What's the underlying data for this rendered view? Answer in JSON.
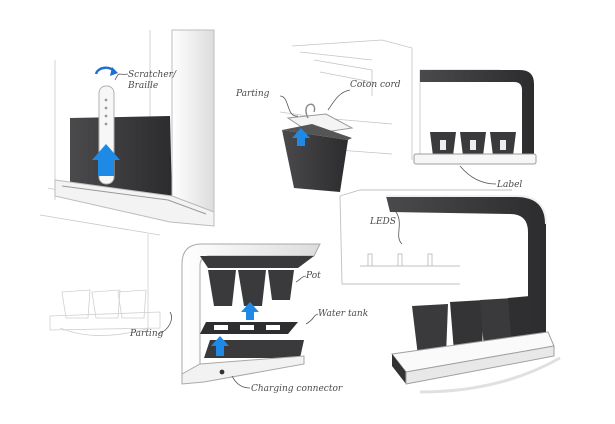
{
  "annotations": {
    "scratcher_line1": "Scratcher/",
    "scratcher_line2": "Braille",
    "parting_top": "Parting",
    "coton_cord": "Coton cord",
    "label": "Label",
    "leds": "LEDS",
    "pot": "Pot",
    "water_tank": "Water tank",
    "parting_bottom": "Parting",
    "charging_connector": "Charging connector"
  },
  "colors": {
    "product_dark": "#3a3a3c",
    "product_shell": "#f4f4f4",
    "accent_blue": "#1e8ae6",
    "sketch_line": "#b8b8b8",
    "annotation_text": "#4a4a4a"
  }
}
